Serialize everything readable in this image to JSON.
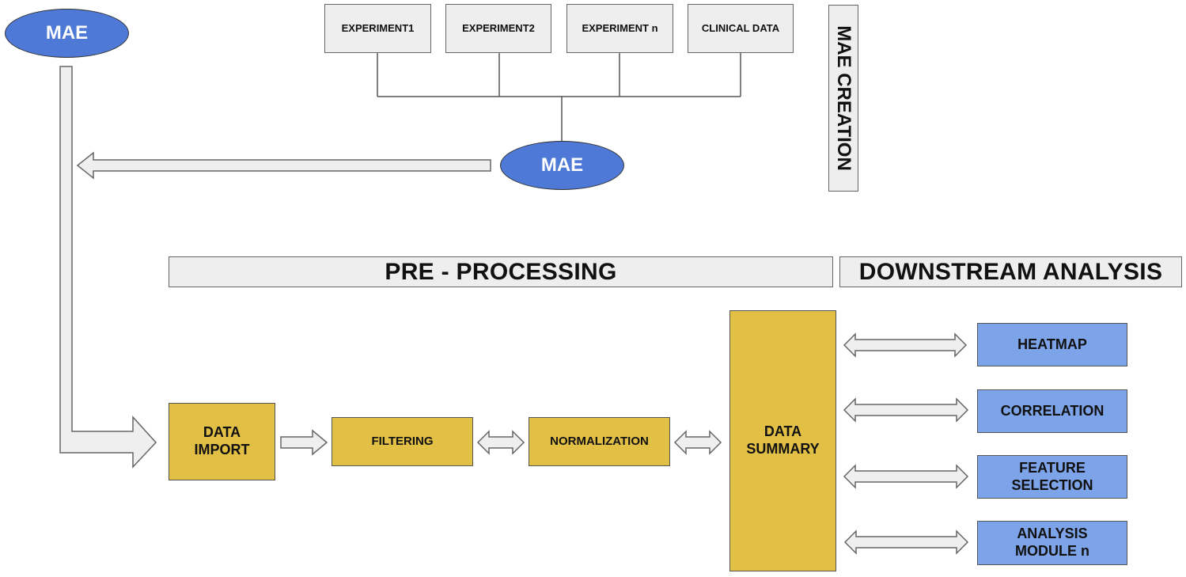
{
  "mae_creation": {
    "top_node": "MAE",
    "sources": [
      "EXPERIMENT1",
      "EXPERIMENT2",
      "EXPERIMENT n",
      "CLINICAL DATA"
    ],
    "merged_node": "MAE",
    "section_label": "MAE CREATION"
  },
  "sections": {
    "pre_processing": "PRE - PROCESSING",
    "downstream_analysis": "DOWNSTREAM ANALYSIS"
  },
  "pipeline": {
    "data_import": [
      "DATA",
      "IMPORT"
    ],
    "filtering": "FILTERING",
    "normalization": "NORMALIZATION",
    "data_summary": [
      "DATA",
      "SUMMARY"
    ]
  },
  "analysis_modules": [
    [
      "HEATMAP"
    ],
    [
      "CORRELATION"
    ],
    [
      "FEATURE",
      "SELECTION"
    ],
    [
      "ANALYSIS",
      "MODULE n"
    ]
  ],
  "colors": {
    "ellipse": "#4e79d6",
    "pipeline_box": "#e2bf45",
    "module_box": "#7da3e8",
    "header_bg": "#eeeeee"
  }
}
